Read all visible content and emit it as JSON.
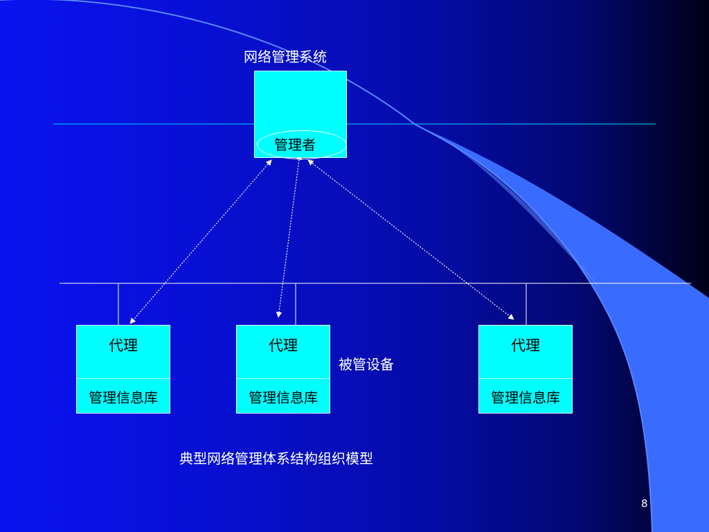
{
  "title": "网络管理系统",
  "manager": {
    "label": "管理者"
  },
  "agents": [
    {
      "top_label": "代理",
      "bottom_label": "管理信息库"
    },
    {
      "top_label": "代理",
      "bottom_label": "管理信息库"
    },
    {
      "top_label": "代理",
      "bottom_label": "管理信息库"
    }
  ],
  "managed_devices_label": "被管设备",
  "caption": "典型网络管理体系结构组织模型",
  "page_number": "8",
  "colors": {
    "box_fill": "#00ffff",
    "decor_swoosh": "#3a6bff",
    "background_left": "#0a12f0",
    "background_right": "#000018",
    "line": "#ffffff"
  }
}
